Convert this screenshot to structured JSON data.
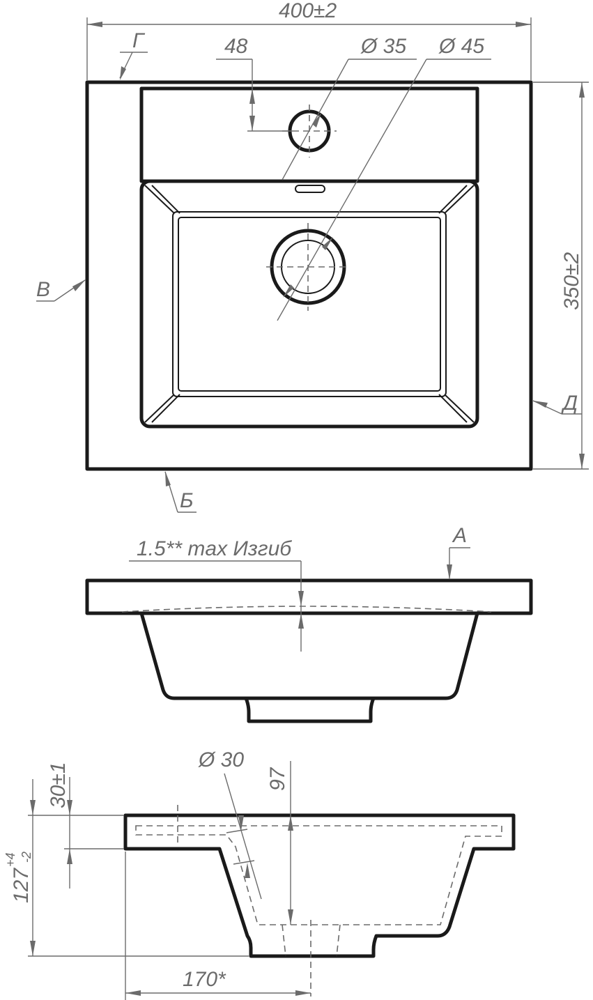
{
  "top_view": {
    "width_dim": "400±2",
    "height_dim": "350±2",
    "tap_offset_dim": "48",
    "tap_hole_dia": "Ø 35",
    "drain_dia": "Ø 45",
    "label_g": "Г",
    "label_v": "В",
    "label_d": "Д",
    "label_b": "Б"
  },
  "front_view": {
    "deflection_note": "1.5** max Изгиб",
    "label_a": "А"
  },
  "side_view": {
    "hole_dia": "Ø 30",
    "depth_dim": "97",
    "rim_dim": "30±1",
    "height_dim_base": "127",
    "height_tol_upper": "+4",
    "height_tol_lower": "-2",
    "offset_dim": "170*"
  }
}
